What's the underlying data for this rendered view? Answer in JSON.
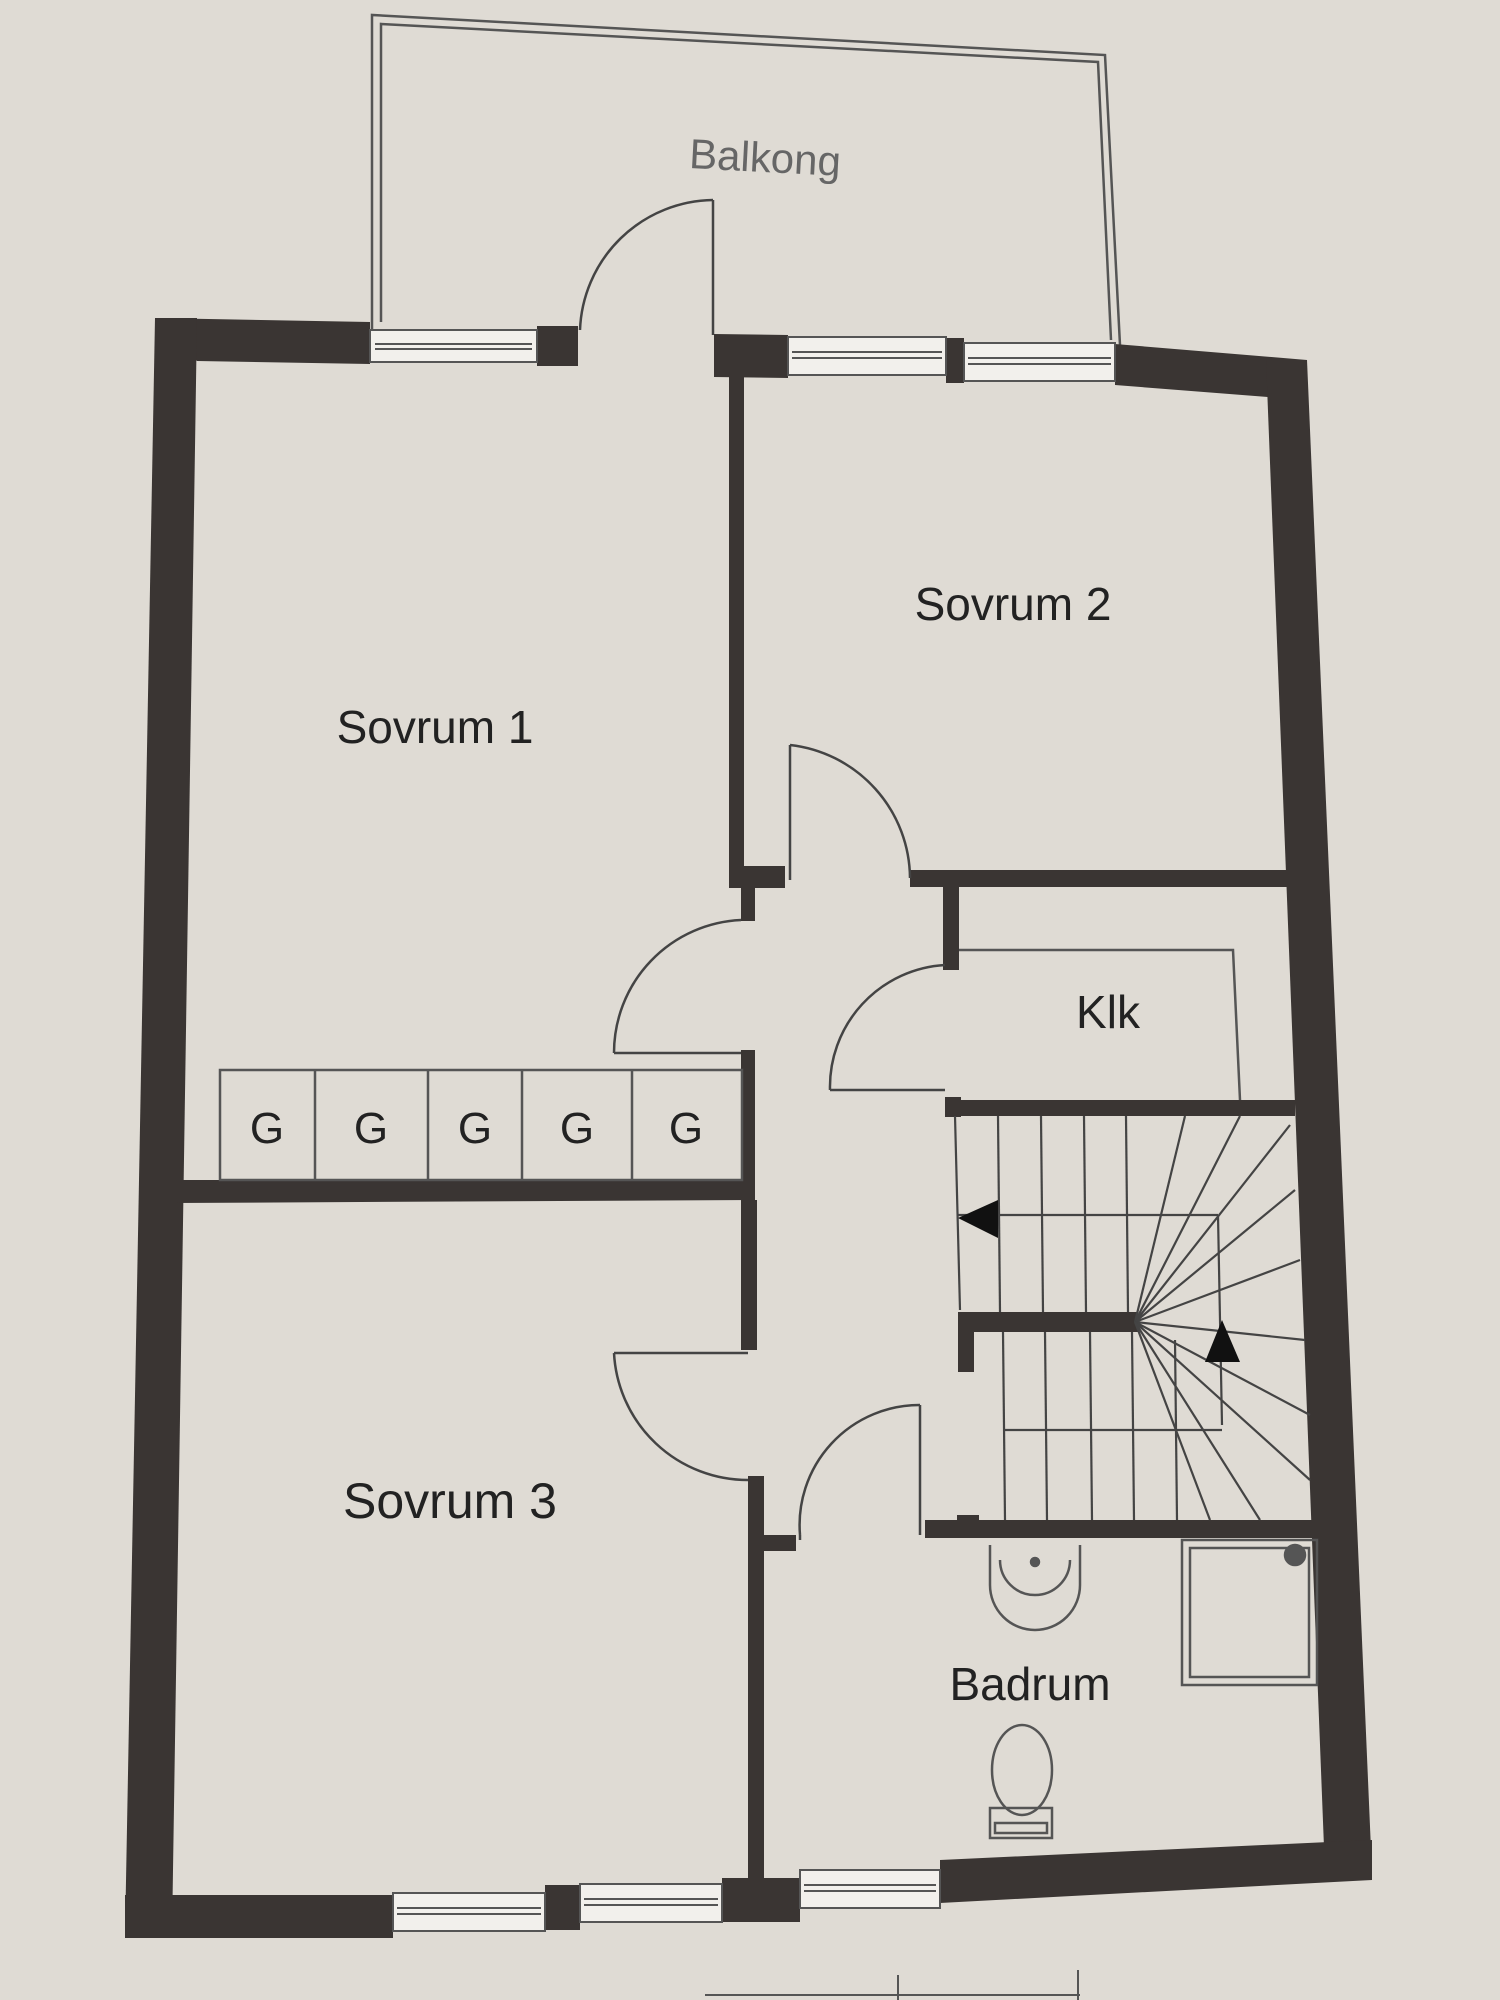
{
  "floorplan": {
    "rooms": {
      "balcony": "Balkong",
      "bedroom1": "Sovrum 1",
      "bedroom2": "Sovrum 2",
      "bedroom3": "Sovrum 3",
      "closet": "Klk",
      "bathroom": "Badrum"
    },
    "wardrobes": [
      "G",
      "G",
      "G",
      "G",
      "G"
    ]
  },
  "colors": {
    "paper": "#dcd8d1",
    "wall": "#3a3533",
    "line": "#4a4644",
    "text": "#222222"
  }
}
